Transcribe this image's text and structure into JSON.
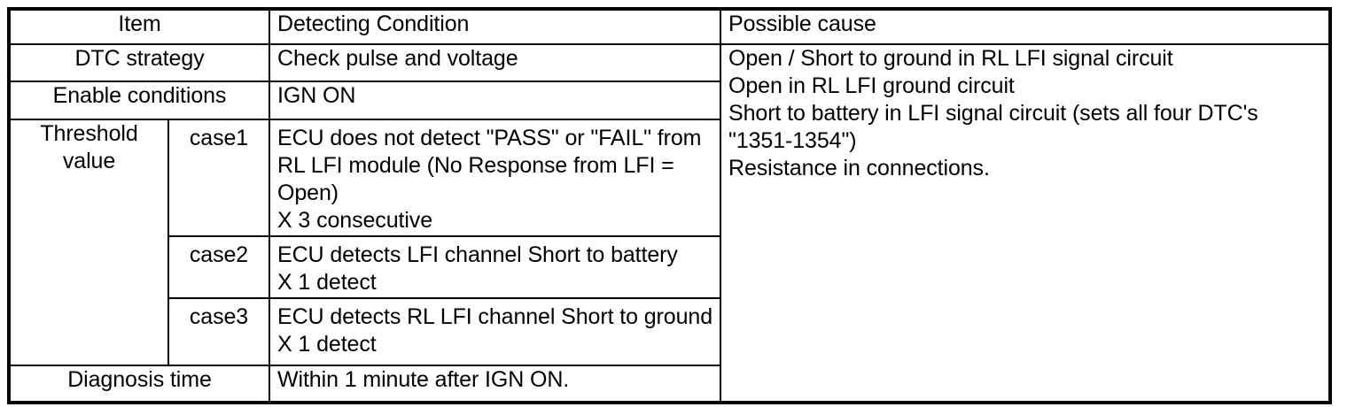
{
  "table": {
    "headers": {
      "item": "Item",
      "detecting_condition": "Detecting Condition",
      "possible_cause": "Possible cause"
    },
    "rows": {
      "dtc_strategy": {
        "label": "DTC strategy",
        "value": "Check pulse and voltage"
      },
      "enable_conditions": {
        "label": "Enable conditions",
        "value": "IGN ON"
      },
      "threshold_value": {
        "label": "Threshold\nvalue",
        "cases": [
          {
            "name": "case1",
            "value": "ECU does not detect \"PASS\" or \"FAIL\" from RL LFI module (No Response from LFI = Open)\nX 3 consecutive"
          },
          {
            "name": "case2",
            "value": "ECU detects LFI channel Short to battery\nX 1 detect"
          },
          {
            "name": "case3",
            "value": "ECU detects RL LFI channel Short to ground\nX 1 detect"
          }
        ]
      },
      "diagnosis_time": {
        "label": "Diagnosis time",
        "value": "Within 1 minute after IGN ON."
      }
    },
    "possible_cause_text": "Open / Short to ground in RL LFI signal circuit\nOpen in RL LFI ground circuit\nShort to battery in LFI signal circuit (sets all four DTC's\n\"1351-1354\")\nResistance in connections."
  }
}
